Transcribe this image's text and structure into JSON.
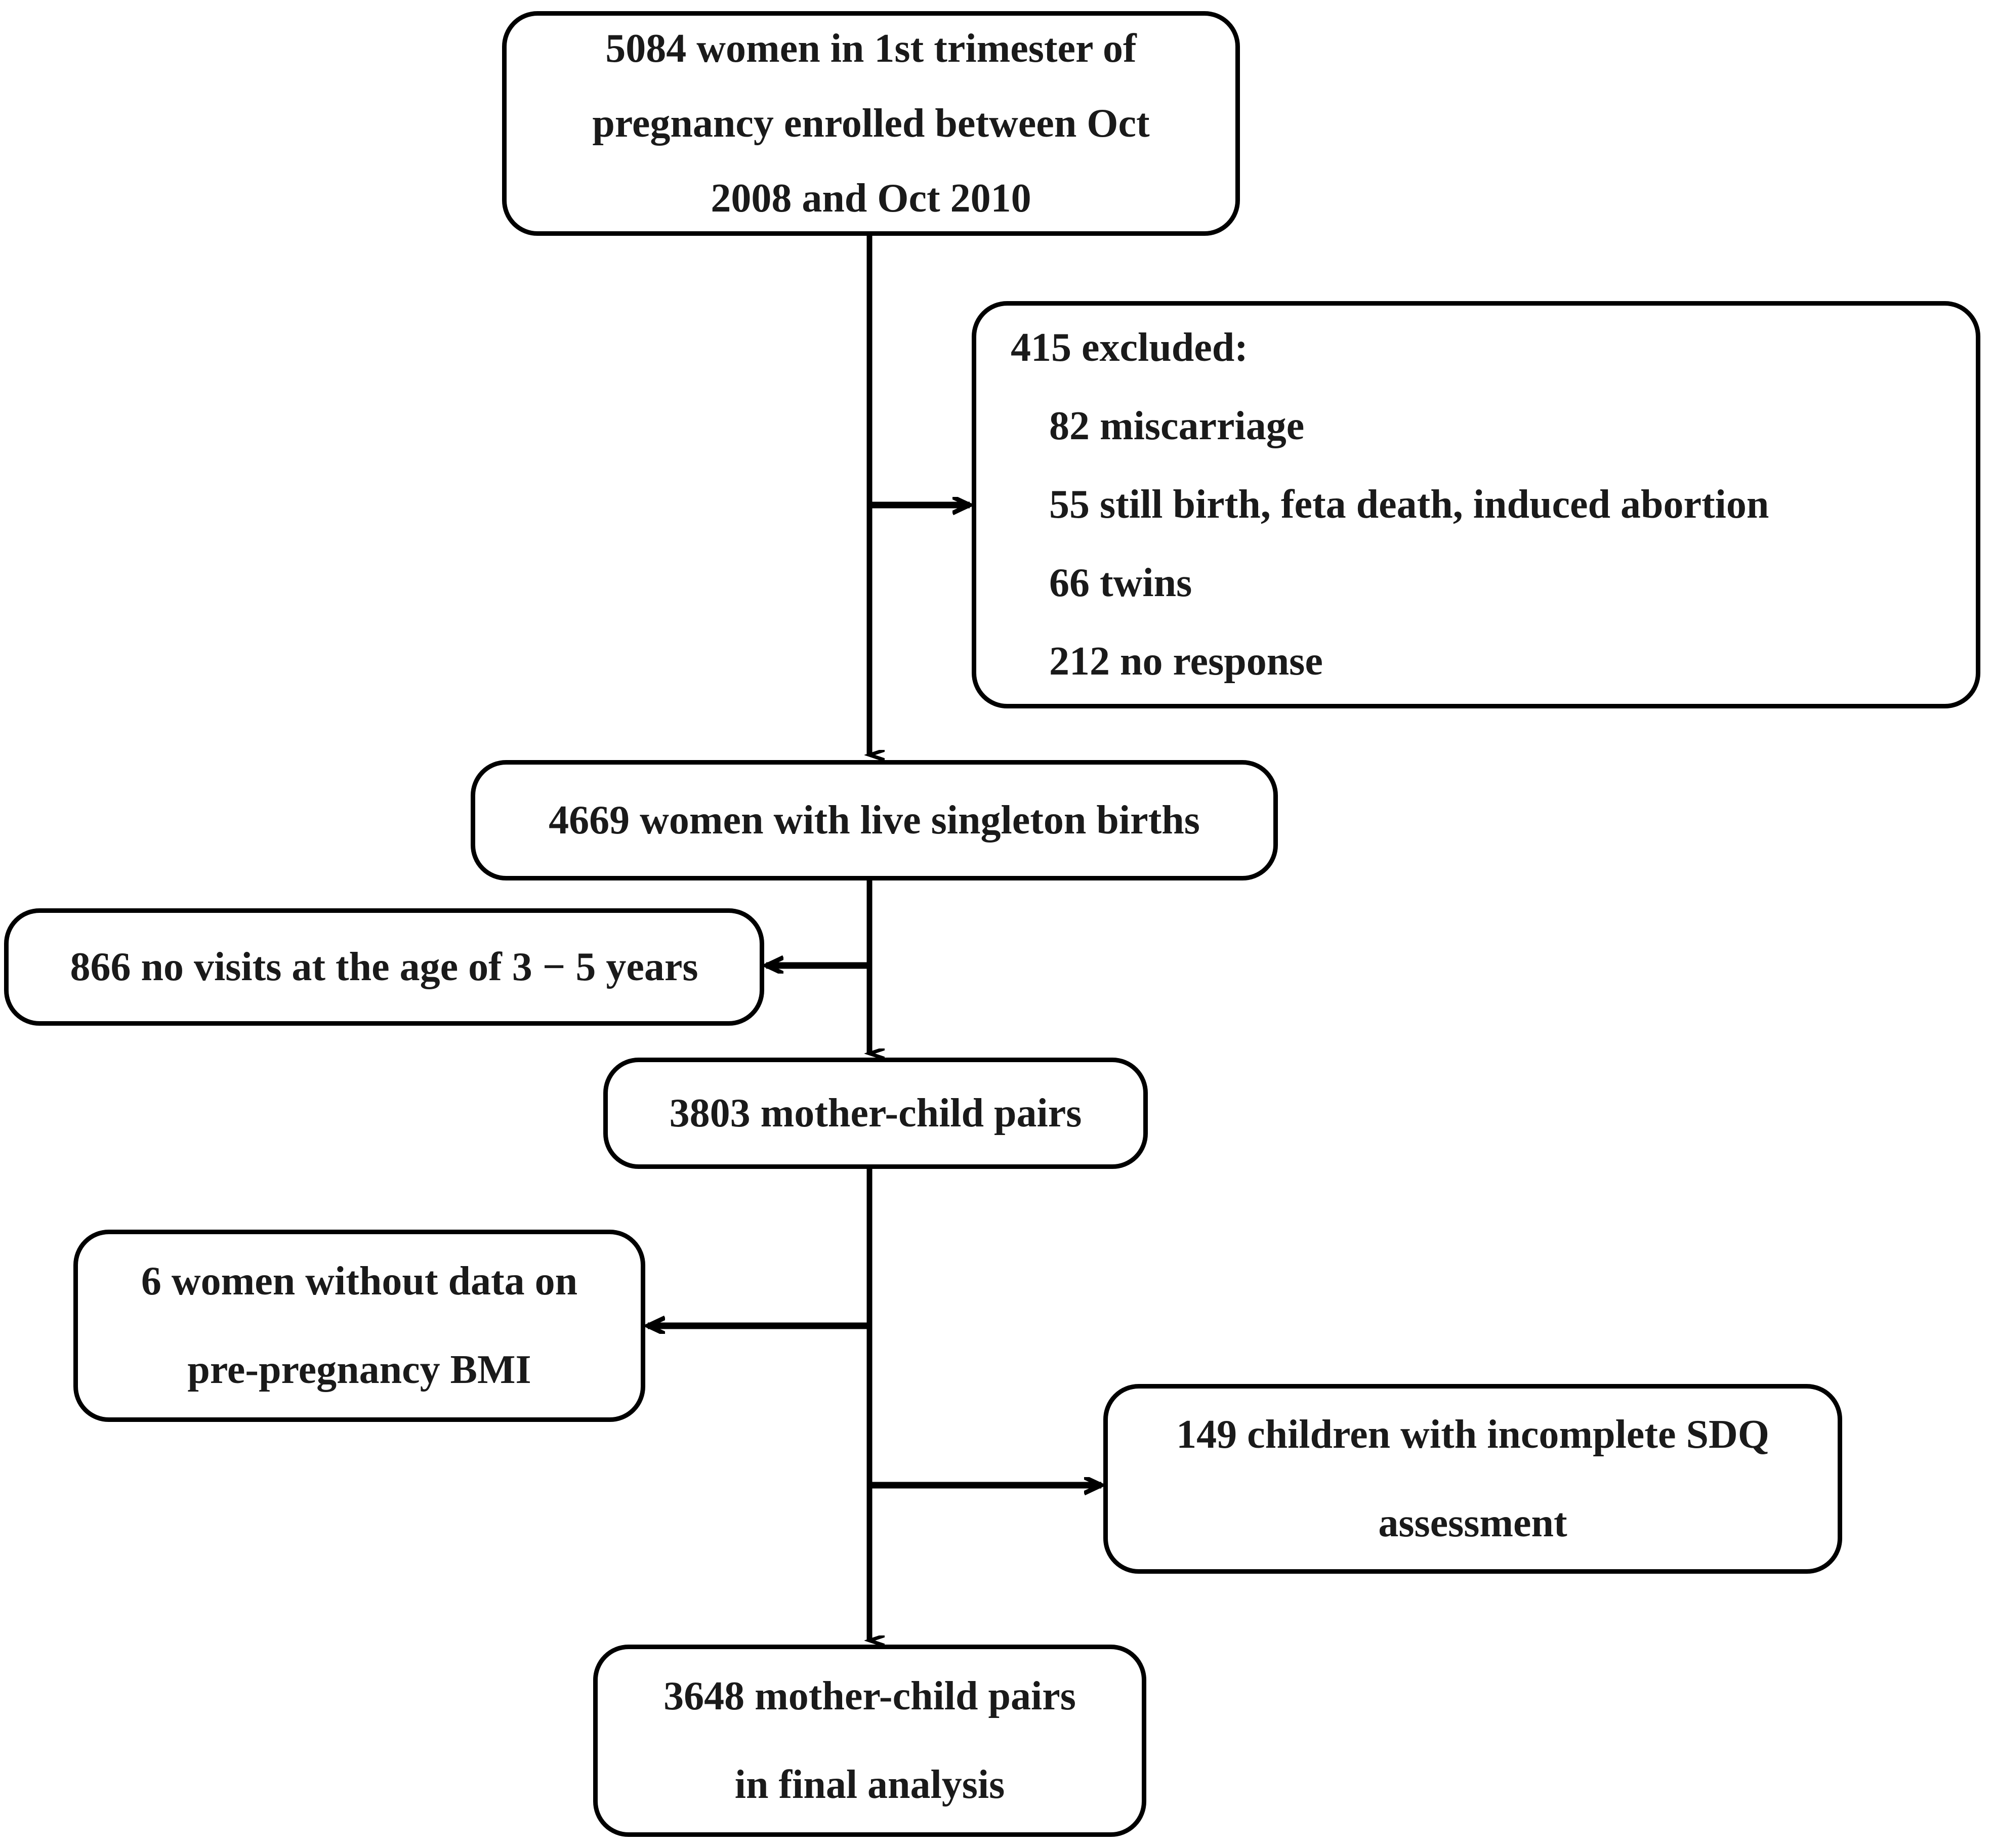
{
  "diagram": {
    "type": "flowchart",
    "orientation": "top-to-bottom",
    "nodes": {
      "enrolled": {
        "lines": [
          "5084 women in 1st trimester of",
          "pregnancy enrolled between Oct",
          "2008 and Oct 2010"
        ],
        "count": 5084
      },
      "excluded": {
        "heading": "415 excluded:",
        "count": 415,
        "items": [
          "82 miscarriage",
          "55 still birth, feta death, induced abortion",
          "66 twins",
          "212 no response"
        ]
      },
      "singleton": {
        "lines": [
          "4669 women with live singleton births"
        ],
        "count": 4669
      },
      "no_visits": {
        "lines": [
          "866 no visits at the age of 3 − 5 years"
        ],
        "count": 866
      },
      "pairs_3803": {
        "lines": [
          "3803 mother-child pairs"
        ],
        "count": 3803
      },
      "no_bmi": {
        "lines": [
          "6 women without data on",
          "pre-pregnancy BMI"
        ],
        "count": 6
      },
      "incomplete_sdq": {
        "lines": [
          "149 children with incomplete SDQ",
          "assessment"
        ],
        "count": 149
      },
      "final": {
        "lines": [
          "3648 mother-child pairs",
          "in final analysis"
        ],
        "count": 3648
      }
    },
    "edges": [
      {
        "from": "enrolled",
        "to": "singleton",
        "direction": "down"
      },
      {
        "from": "enrolled",
        "to": "excluded",
        "direction": "right"
      },
      {
        "from": "singleton",
        "to": "pairs_3803",
        "direction": "down"
      },
      {
        "from": "singleton",
        "to": "no_visits",
        "direction": "left"
      },
      {
        "from": "pairs_3803",
        "to": "final",
        "direction": "down"
      },
      {
        "from": "pairs_3803",
        "to": "no_bmi",
        "direction": "left"
      },
      {
        "from": "pairs_3803",
        "to": "incomplete_sdq",
        "direction": "right"
      }
    ],
    "colors": {
      "stroke": "#000000",
      "text": "#1a1a1a",
      "background": "#ffffff"
    }
  }
}
